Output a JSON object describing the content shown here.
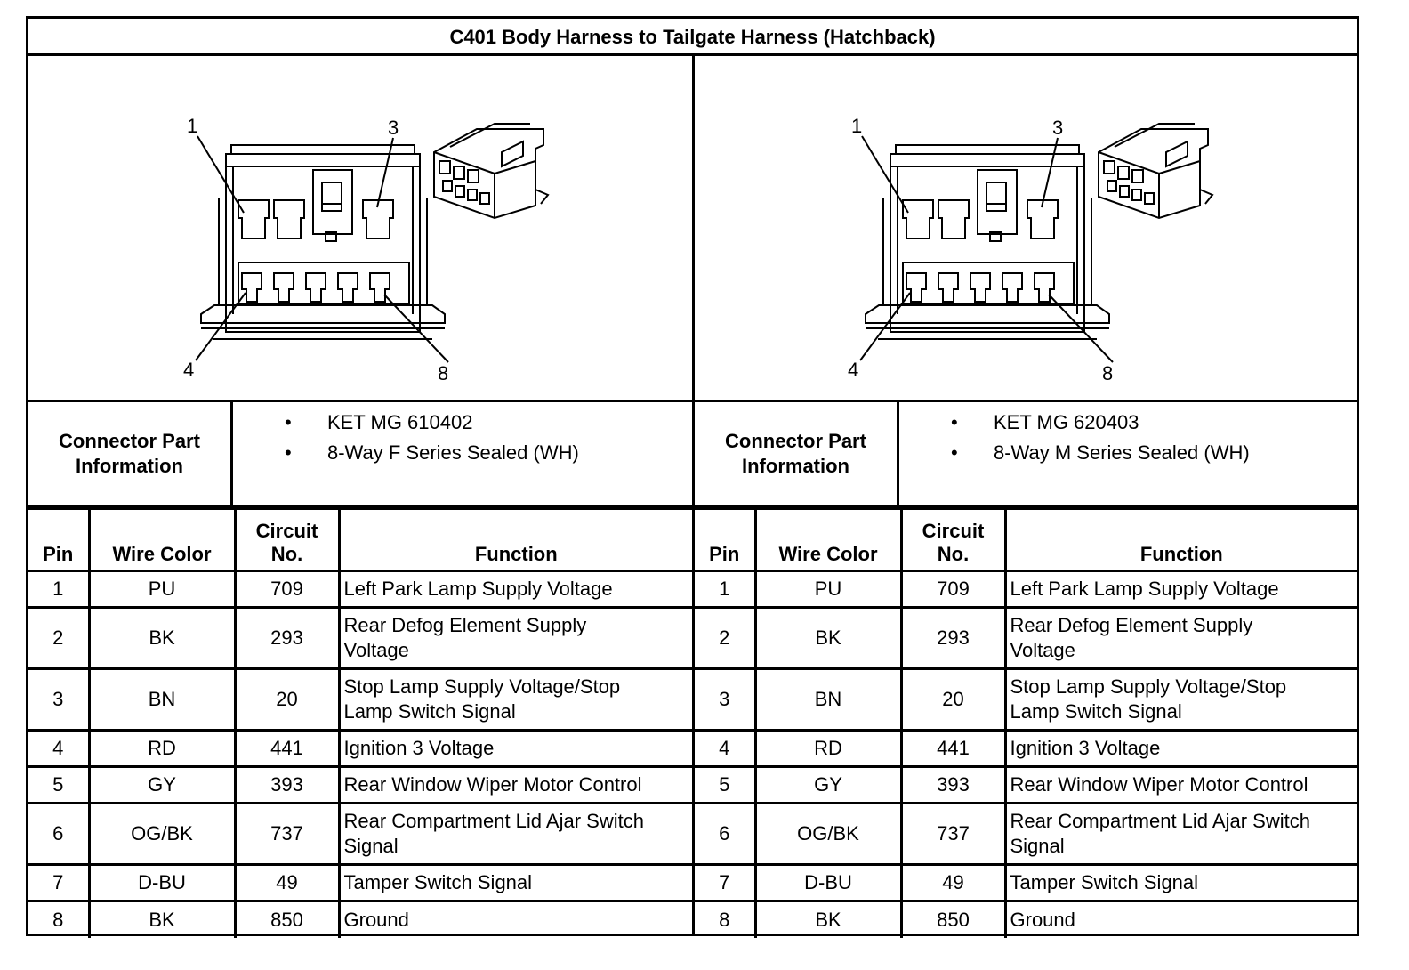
{
  "title": "C401 Body Harness to Tailgate Harness (Hatchback)",
  "info_label_line1": "Connector Part",
  "info_label_line2": "Information",
  "bullet_glyph": "•",
  "table_headers": {
    "pin": "Pin",
    "wire_color": "Wire Color",
    "circuit_line1": "Circuit",
    "circuit_line2": "No.",
    "function": "Function"
  },
  "connectors": [
    {
      "side": "left",
      "pin_callouts": [
        "1",
        "3",
        "4",
        "8"
      ],
      "part_info": [
        "KET MG 610402",
        "8-Way F Series Sealed (WH)"
      ],
      "rows": [
        {
          "pin": "1",
          "wire_color": "PU",
          "circuit": "709",
          "function": "Left Park Lamp Supply Voltage"
        },
        {
          "pin": "2",
          "wire_color": "BK",
          "circuit": "293",
          "function_line1": "Rear Defog Element Supply",
          "function_line2": "Voltage"
        },
        {
          "pin": "3",
          "wire_color": "BN",
          "circuit": "20",
          "function_line1": "Stop Lamp Supply Voltage/Stop",
          "function_line2": "Lamp Switch Signal"
        },
        {
          "pin": "4",
          "wire_color": "RD",
          "circuit": "441",
          "function": "Ignition 3 Voltage"
        },
        {
          "pin": "5",
          "wire_color": "GY",
          "circuit": "393",
          "function": "Rear Window Wiper Motor Control"
        },
        {
          "pin": "6",
          "wire_color": "OG/BK",
          "circuit": "737",
          "function_line1": "Rear Compartment Lid Ajar Switch",
          "function_line2": "Signal"
        },
        {
          "pin": "7",
          "wire_color": "D-BU",
          "circuit": "49",
          "function": "Tamper Switch Signal"
        },
        {
          "pin": "8",
          "wire_color": "BK",
          "circuit": "850",
          "function": "Ground"
        }
      ]
    },
    {
      "side": "right",
      "pin_callouts": [
        "1",
        "3",
        "4",
        "8"
      ],
      "part_info": [
        "KET MG 620403",
        "8-Way M Series Sealed (WH)"
      ],
      "rows": [
        {
          "pin": "1",
          "wire_color": "PU",
          "circuit": "709",
          "function": "Left Park Lamp Supply Voltage"
        },
        {
          "pin": "2",
          "wire_color": "BK",
          "circuit": "293",
          "function_line1": "Rear Defog Element Supply",
          "function_line2": "Voltage"
        },
        {
          "pin": "3",
          "wire_color": "BN",
          "circuit": "20",
          "function_line1": "Stop Lamp Supply Voltage/Stop",
          "function_line2": "Lamp Switch Signal"
        },
        {
          "pin": "4",
          "wire_color": "RD",
          "circuit": "441",
          "function": "Ignition 3 Voltage"
        },
        {
          "pin": "5",
          "wire_color": "GY",
          "circuit": "393",
          "function": "Rear Window Wiper Motor Control"
        },
        {
          "pin": "6",
          "wire_color": "OG/BK",
          "circuit": "737",
          "function_line1": "Rear Compartment Lid Ajar Switch",
          "function_line2": "Signal"
        },
        {
          "pin": "7",
          "wire_color": "D-BU",
          "circuit": "49",
          "function": "Tamper Switch Signal"
        },
        {
          "pin": "8",
          "wire_color": "BK",
          "circuit": "850",
          "function": "Ground"
        }
      ]
    }
  ]
}
